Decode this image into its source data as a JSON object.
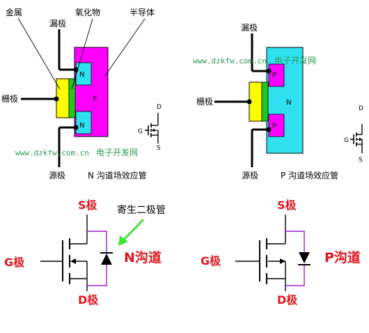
{
  "top_left": {
    "metal": "金属",
    "drain": "漏极",
    "oxide": "氧化物",
    "semiconductor": "半导体",
    "gate": "栅极",
    "source": "源极",
    "caption": "N 沟道场效应管",
    "region_n": "N",
    "region_p": "P",
    "sym_d": "D",
    "sym_g": "G",
    "sym_s": "S"
  },
  "top_right": {
    "drain": "漏极",
    "gate": "栅极",
    "source": "源极",
    "caption": "P 沟道场效应管",
    "region_p": "P",
    "region_n": "N",
    "sym_d": "D",
    "sym_g": "G",
    "sym_s": "S"
  },
  "watermark": {
    "url": "www.dzkfw.com.cn",
    "name": "电子开发网"
  },
  "bottom_left": {
    "s_label": "S极",
    "g_label": "G极",
    "d_label": "D极",
    "channel": "N沟道",
    "diode_note": "寄生二极管"
  },
  "bottom_right": {
    "s_label": "S极",
    "g_label": "G极",
    "d_label": "D极",
    "channel": "P沟道"
  },
  "colors": {
    "magenta": "#ff00ff",
    "cyan": "#2ee0f0",
    "yellow": "#ffff00",
    "green": "#22c81c",
    "purple_wire": "#9b1fc8",
    "red": "#e0161f",
    "arrow_green": "#3fe33a"
  }
}
